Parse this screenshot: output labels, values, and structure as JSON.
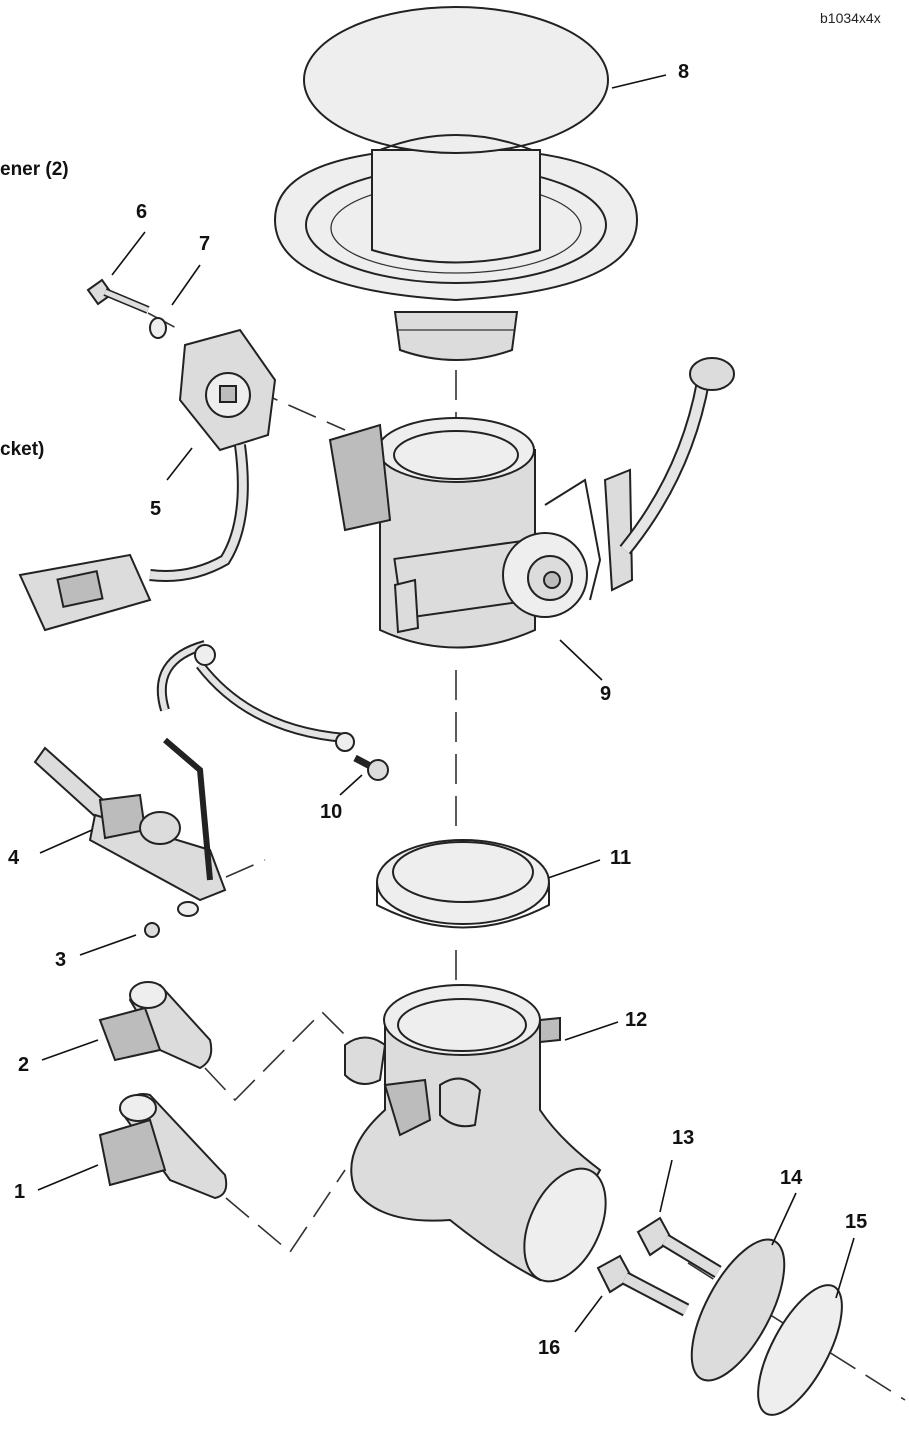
{
  "drawing_code": "b1034x4x",
  "cutoff_text_top": "ener (2)",
  "cutoff_text_mid": "cket)",
  "callouts": [
    "1",
    "2",
    "3",
    "4",
    "5",
    "6",
    "7",
    "8",
    "9",
    "10",
    "11",
    "12",
    "13",
    "14",
    "15",
    "16"
  ]
}
